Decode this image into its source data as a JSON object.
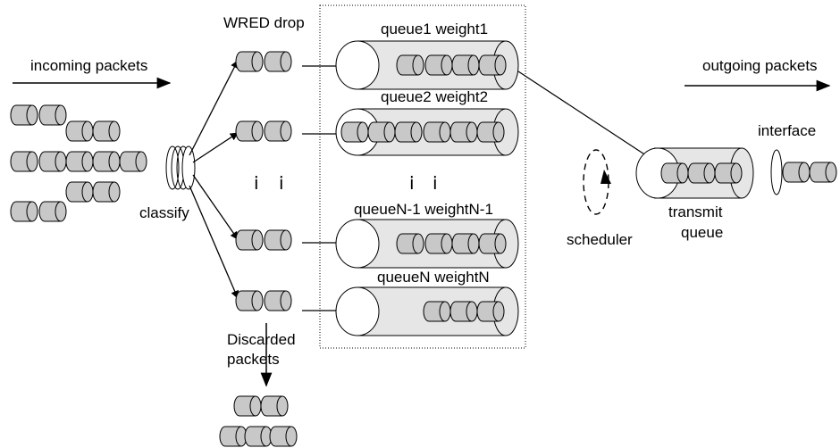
{
  "labels": {
    "incoming": "incoming packets",
    "outgoing": "outgoing packets",
    "wred_drop": "WRED drop",
    "classify": "classify",
    "queue1": "queue1 weight1",
    "queue2": "queue2 weight2",
    "queueN1": "queueN-1 weightN-1",
    "queueN": "queueN weightN",
    "discarded_line1": "Discarded",
    "discarded_line2": "packets",
    "interface": "interface",
    "scheduler": "scheduler",
    "transmit_line1": "transmit",
    "transmit_line2": "queue",
    "ellipsis": "ⅰ"
  },
  "colors": {
    "packet_fill": "#c8c8c8",
    "queue_fill": "#e6e6e6",
    "stroke": "#000000"
  }
}
